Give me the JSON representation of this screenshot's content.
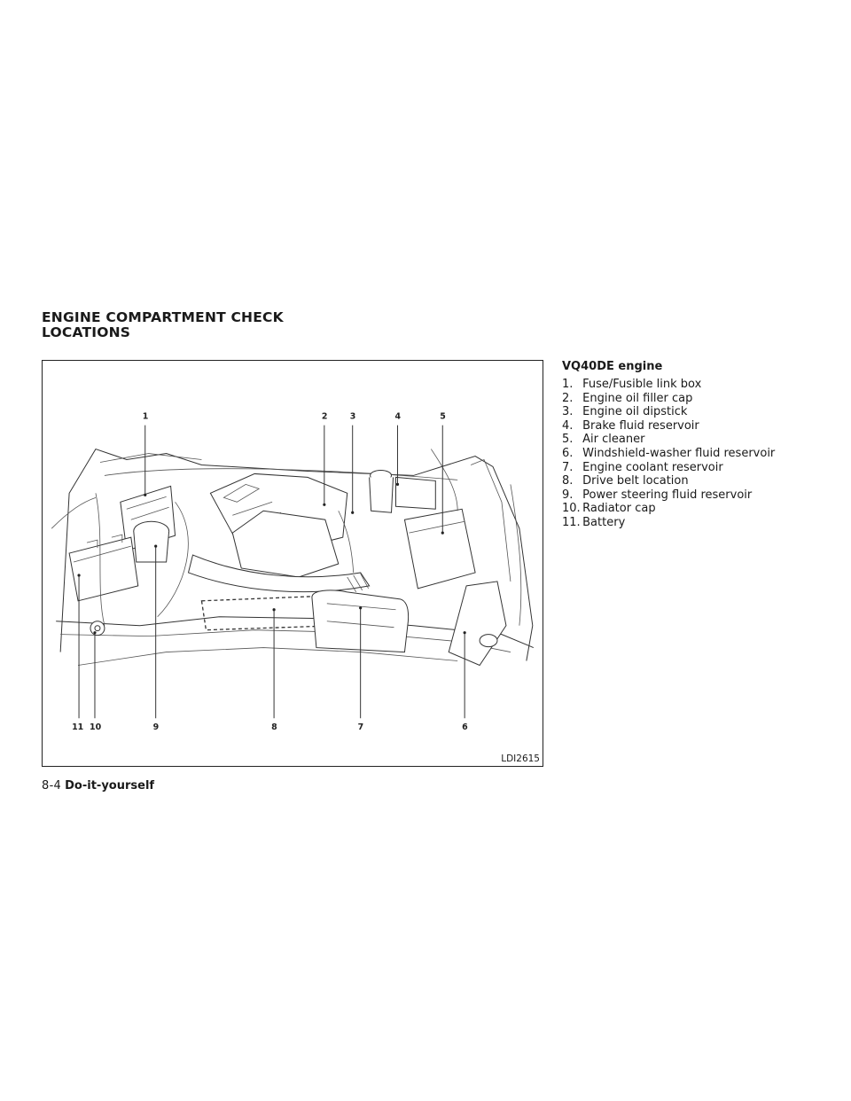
{
  "section_title": [
    "ENGINE COMPARTMENT CHECK",
    "LOCATIONS"
  ],
  "figure": {
    "id": "LDI2615",
    "callouts_top": [
      "1",
      "2",
      "3",
      "4",
      "5"
    ],
    "callouts_bottom": [
      "11",
      "10",
      "9",
      "8",
      "7",
      "6"
    ]
  },
  "engine_title": "VQ40DE engine",
  "legend": [
    {
      "num": "1.",
      "text": "Fuse/Fusible link box"
    },
    {
      "num": "2.",
      "text": "Engine oil filler cap"
    },
    {
      "num": "3.",
      "text": "Engine oil dipstick"
    },
    {
      "num": "4.",
      "text": "Brake fluid reservoir"
    },
    {
      "num": "5.",
      "text": "Air cleaner"
    },
    {
      "num": "6.",
      "text": "Windshield-washer fluid reservoir"
    },
    {
      "num": "7.",
      "text": "Engine coolant reservoir"
    },
    {
      "num": "8.",
      "text": "Drive belt location"
    },
    {
      "num": "9.",
      "text": "Power steering fluid reservoir"
    },
    {
      "num": "10.",
      "text": "Radiator cap"
    },
    {
      "num": "11.",
      "text": "Battery"
    }
  ],
  "footer": {
    "page": "8-4",
    "section": "Do-it-yourself"
  }
}
